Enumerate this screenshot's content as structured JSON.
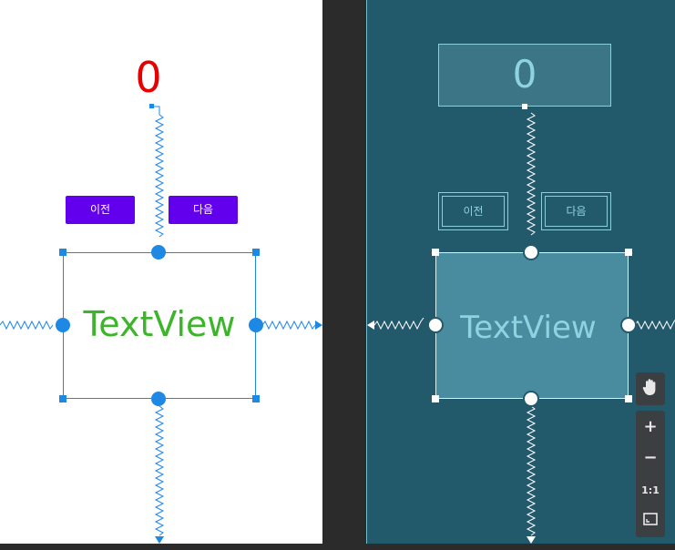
{
  "counter": {
    "value": "0"
  },
  "buttons": {
    "prev_label": "이전",
    "next_label": "다음"
  },
  "textview": {
    "text": "TextView"
  },
  "toolbar": {
    "pan_icon": "hand-icon",
    "zoom_in": "+",
    "zoom_out": "−",
    "actual_size": "1:1",
    "fit_icon": "fit-screen-icon"
  },
  "colors": {
    "counter_text": "#e60000",
    "button_bg": "#6200ee",
    "textview_text": "#3cb52b",
    "constraint": "#1e88e5",
    "blueprint_bg": "#235a6b"
  }
}
